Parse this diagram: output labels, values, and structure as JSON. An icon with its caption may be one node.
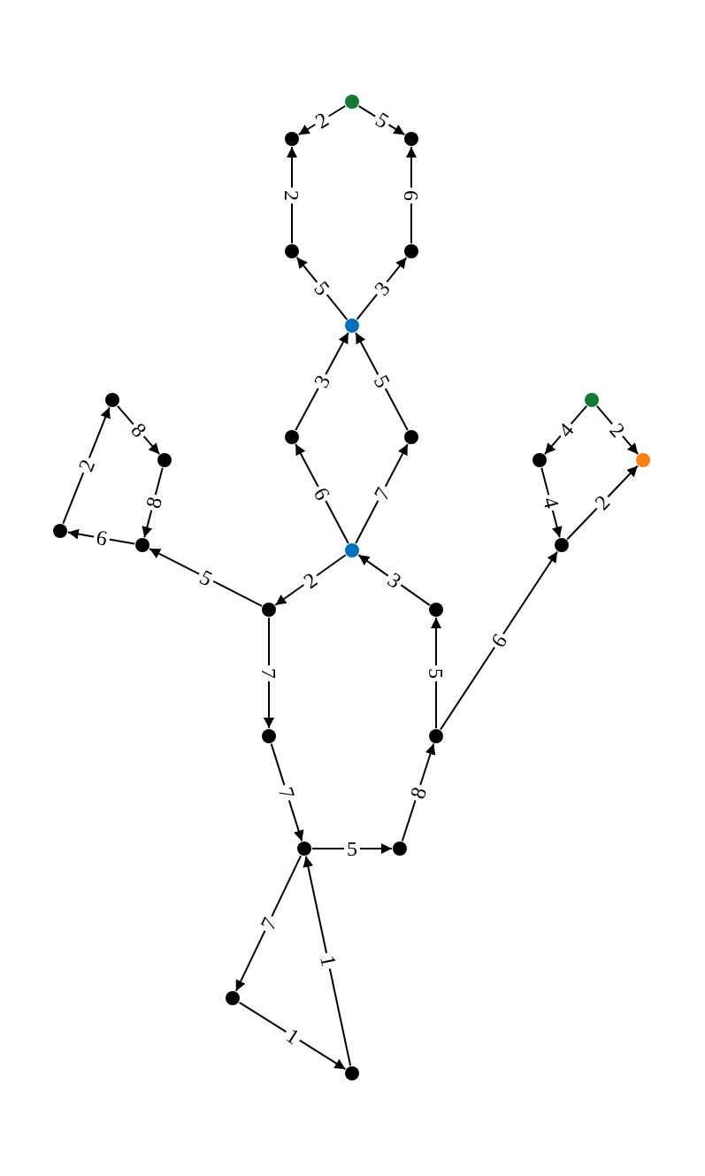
{
  "diagram": {
    "nodes": [
      {
        "text": [],
        "shape": "circle"
      },
      {
        "text": [],
        "shape": "circle"
      },
      {
        "text": [],
        "shape": "circle"
      },
      {
        "text": [],
        "shape": "circle"
      },
      {
        "text": [],
        "shape": "circle"
      },
      {
        "text": [],
        "shape": "circle"
      },
      {
        "text": [],
        "shape": "circle"
      },
      {
        "text": [],
        "shape": "circle"
      },
      {
        "text": [],
        "shape": "circle"
      },
      {
        "text": [],
        "shape": "circle"
      },
      {
        "text": [],
        "shape": "circle"
      },
      {
        "text": [],
        "shape": "circle"
      },
      {
        "text": [],
        "shape": "circle"
      },
      {
        "text": [],
        "shape": "circle"
      },
      {
        "text": [],
        "shape": "circle"
      },
      {
        "text": [],
        "shape": "circle"
      },
      {
        "text": [],
        "shape": "circle"
      },
      {
        "text": [],
        "shape": "circle"
      },
      {
        "text": [],
        "shape": "circle"
      },
      {
        "text": [],
        "shape": "circle"
      },
      {
        "text": [],
        "shape": "circle"
      },
      {
        "text": [],
        "shape": "circle"
      },
      {
        "text": [],
        "shape": "circle"
      },
      {
        "text": [],
        "shape": "circle"
      },
      {
        "text": [],
        "shape": "circle"
      }
    ],
    "edges": [
      {
        "from": 0,
        "to": 1,
        "arrow": "to",
        "label": "2"
      },
      {
        "from": 0,
        "to": 2,
        "arrow": "to",
        "label": "5"
      },
      {
        "from": 3,
        "to": 1,
        "arrow": "to",
        "label": "2"
      },
      {
        "from": 4,
        "to": 2,
        "arrow": "to",
        "label": "6"
      },
      {
        "from": 5,
        "to": 3,
        "arrow": "to",
        "label": "5"
      },
      {
        "from": 5,
        "to": 4,
        "arrow": "to",
        "label": "3"
      },
      {
        "from": 8,
        "to": 5,
        "arrow": "to",
        "label": "3"
      },
      {
        "from": 9,
        "to": 5,
        "arrow": "to",
        "label": "5"
      },
      {
        "from": 16,
        "to": 8,
        "arrow": "to",
        "label": "6"
      },
      {
        "from": 16,
        "to": 9,
        "arrow": "to",
        "label": "7"
      },
      {
        "from": 6,
        "to": 10,
        "arrow": "to",
        "label": "8"
      },
      {
        "from": 13,
        "to": 6,
        "arrow": "to",
        "label": "2"
      },
      {
        "from": 10,
        "to": 14,
        "arrow": "to",
        "label": "8"
      },
      {
        "from": 14,
        "to": 13,
        "arrow": "to",
        "label": "6"
      },
      {
        "from": 17,
        "to": 14,
        "arrow": "to",
        "label": "5"
      },
      {
        "from": 16,
        "to": 17,
        "arrow": "to",
        "label": "2"
      },
      {
        "from": 18,
        "to": 16,
        "arrow": "to",
        "label": "3"
      },
      {
        "from": 17,
        "to": 19,
        "arrow": "to",
        "label": "7"
      },
      {
        "from": 19,
        "to": 21,
        "arrow": "to",
        "label": "7"
      },
      {
        "from": 21,
        "to": 22,
        "arrow": "to",
        "label": "5"
      },
      {
        "from": 22,
        "to": 20,
        "arrow": "to",
        "label": "8"
      },
      {
        "from": 20,
        "to": 18,
        "arrow": "to",
        "label": "5"
      },
      {
        "from": 20,
        "to": 15,
        "arrow": "to",
        "label": "6"
      },
      {
        "from": 15,
        "to": 12,
        "arrow": "to",
        "label": "2"
      },
      {
        "from": 7,
        "to": 11,
        "arrow": "to",
        "label": "4"
      },
      {
        "from": 7,
        "to": 12,
        "arrow": "to",
        "label": "2"
      },
      {
        "from": 11,
        "to": 15,
        "arrow": "to",
        "label": "4"
      },
      {
        "from": 21,
        "to": 23,
        "arrow": "to",
        "label": "7"
      },
      {
        "from": 23,
        "to": 24,
        "arrow": "to",
        "label": "1"
      },
      {
        "from": 24,
        "to": 21,
        "arrow": "to",
        "label": "1"
      }
    ]
  }
}
